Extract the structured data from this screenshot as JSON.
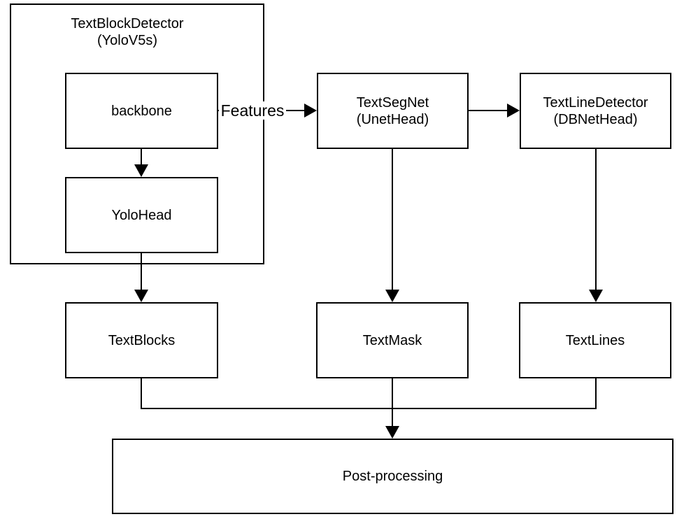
{
  "diagram": {
    "group": {
      "title_line1": "TextBlockDetector",
      "title_line2": "(YoloV5s)"
    },
    "nodes": {
      "backbone": {
        "label": "backbone"
      },
      "yolo_head": {
        "label": "YoloHead"
      },
      "text_seg_net": {
        "label_line1": "TextSegNet",
        "label_line2": "(UnetHead)"
      },
      "text_line_detector": {
        "label_line1": "TextLineDetector",
        "label_line2": "(DBNetHead)"
      },
      "text_blocks": {
        "label": "TextBlocks"
      },
      "text_mask": {
        "label": "TextMask"
      },
      "text_lines": {
        "label": "TextLines"
      },
      "post_processing": {
        "label": "Post-processing"
      }
    },
    "edge_labels": {
      "features": "Features"
    },
    "colors": {
      "stroke": "#000000",
      "node_fill": "#ffffff",
      "text": "#000000",
      "canvas": "#ffffff"
    }
  }
}
